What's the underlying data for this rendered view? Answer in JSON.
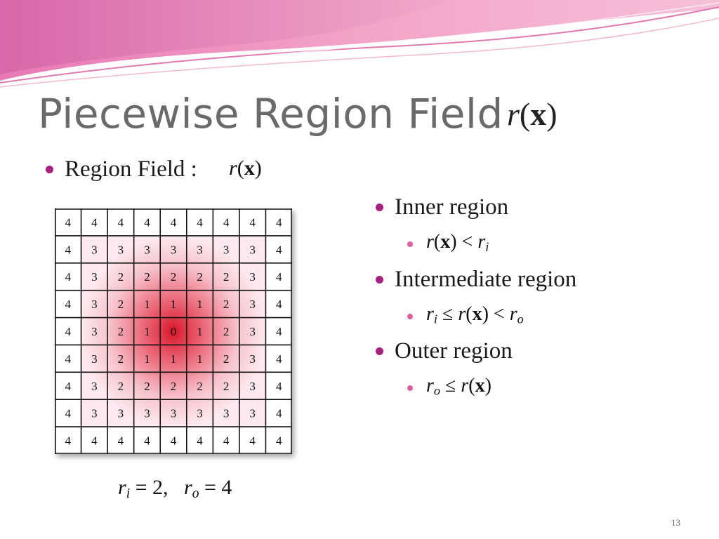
{
  "slide": {
    "title": "Piecewise Region Field",
    "title_math": {
      "r": "r",
      "paren_open": "(",
      "x": "x",
      "paren_close": ")"
    },
    "bullet_main": {
      "label": "Region Field :",
      "math": {
        "r": "r",
        "paren_open": "(",
        "x": "x",
        "paren_close": ")"
      }
    },
    "regions": [
      {
        "label": "Inner region",
        "cond": "r(x) < r_i"
      },
      {
        "label": "Intermediate region",
        "cond": "r_i ≤ r(x) < r_o"
      },
      {
        "label": "Outer region",
        "cond": "r_o ≤ r(x)"
      }
    ],
    "grid": [
      [
        4,
        4,
        4,
        4,
        4,
        4,
        4,
        4,
        4
      ],
      [
        4,
        3,
        3,
        3,
        3,
        3,
        3,
        3,
        4
      ],
      [
        4,
        3,
        2,
        2,
        2,
        2,
        2,
        3,
        4
      ],
      [
        4,
        3,
        2,
        1,
        1,
        1,
        2,
        3,
        4
      ],
      [
        4,
        3,
        2,
        1,
        0,
        1,
        2,
        3,
        4
      ],
      [
        4,
        3,
        2,
        1,
        1,
        1,
        2,
        3,
        4
      ],
      [
        4,
        3,
        2,
        2,
        2,
        2,
        2,
        3,
        4
      ],
      [
        4,
        3,
        3,
        3,
        3,
        3,
        3,
        3,
        4
      ],
      [
        4,
        4,
        4,
        4,
        4,
        4,
        4,
        4,
        4
      ]
    ],
    "params": {
      "ri_lhs": "r",
      "ri_sub": "i",
      "ri_val": "= 2,",
      "ro_lhs": "r",
      "ro_sub": "o",
      "ro_val": "= 4"
    },
    "page_number": "13",
    "colors": {
      "bullet": "#a8207e",
      "sub_bullet": "#e0609e",
      "heat_center": "#d8182a",
      "title": "#6a6a6a"
    }
  }
}
